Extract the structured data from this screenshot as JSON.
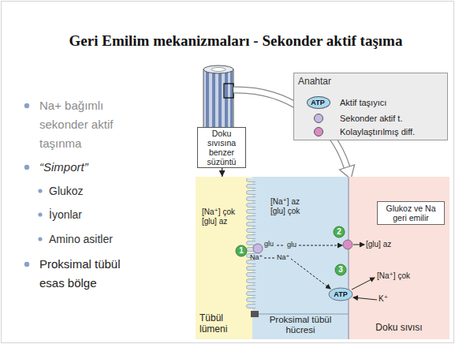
{
  "diagram": {
    "title": "Geri Emilim mekanizmaları - Sekonder aktif taşıma",
    "nodes": [
      {
        "text": [
          "Doku sıvısına benzer süzüntü"
        ]
      },
      {
        "text": [
          "Tübül lümeni"
        ]
      },
      {
        "text": [
          "Proksimal tübül hücresi"
        ]
      },
      {
        "text": [
          "Doku sıvısı"
        ]
      },
      {
        "text": [
          "Glukoz ve Na geri emilir"
        ],
        "in": 3
      }
    ],
    "edges": [
      {
        "from": 0,
        "to": 1,
        "arrow": "to"
      }
    ],
    "labels": [
      "Na+ bağımlı sekonder aktif taşınma",
      "“Simport”",
      "Glukoz",
      "İyonlar",
      "Amino asitler",
      "Proksimal tübül esas bölge",
      "Anahtar",
      "ATP",
      "[Na⁺] çok",
      "[glu] az",
      "[Na⁺] az",
      "[glu] çok",
      "1",
      "glu",
      "Na⁺",
      "glu",
      "2",
      "Na⁺",
      "3",
      "[glu] az",
      "ATP",
      "K⁺",
      "[Na⁺] çok"
    ],
    "legend": [
      {
        "text": "Aktif taşıyıcı",
        "color": "#a9d8f2"
      },
      {
        "text": "Sekonder aktif t.",
        "color": "#c9b8e3"
      },
      {
        "text": "Kolaylaştırılmış diff.",
        "color": "#d98cc4"
      }
    ]
  }
}
